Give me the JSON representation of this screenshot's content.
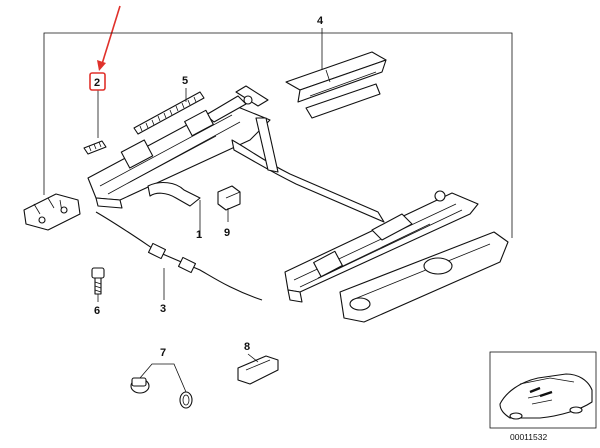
{
  "callouts": [
    {
      "id": "p1",
      "label": "1"
    },
    {
      "id": "p2",
      "label": "2",
      "highlighted": true
    },
    {
      "id": "p3",
      "label": "3"
    },
    {
      "id": "p4",
      "label": "4"
    },
    {
      "id": "p5",
      "label": "5"
    },
    {
      "id": "p6",
      "label": "6"
    },
    {
      "id": "p7",
      "label": "7"
    },
    {
      "id": "p8",
      "label": "8"
    },
    {
      "id": "p9",
      "label": "9"
    }
  ],
  "reference_number": "00011532",
  "colors": {
    "highlight": "#e0312b",
    "line": "#111111",
    "background": "#ffffff"
  }
}
